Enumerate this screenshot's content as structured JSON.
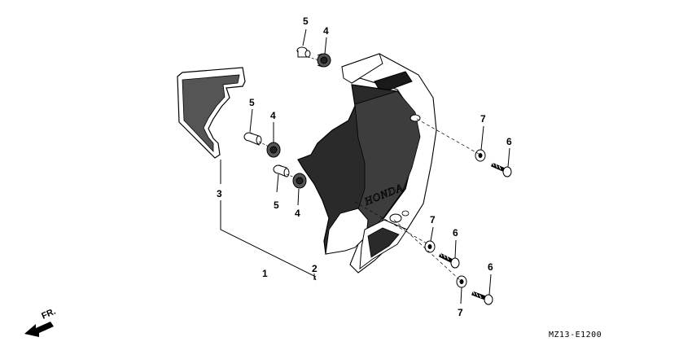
{
  "callouts": {
    "c1": "1",
    "c2": "2",
    "c3": "3",
    "c4a": "4",
    "c4b": "4",
    "c4c": "4",
    "c5a": "5",
    "c5b": "5",
    "c5c": "5",
    "c6a": "6",
    "c6b": "6",
    "c6c": "6",
    "c7a": "7",
    "c7b": "7",
    "c7c": "7"
  },
  "brand_mark": "HONDA",
  "direction_label": "FR.",
  "diagram_code": "MZ13-E1200"
}
